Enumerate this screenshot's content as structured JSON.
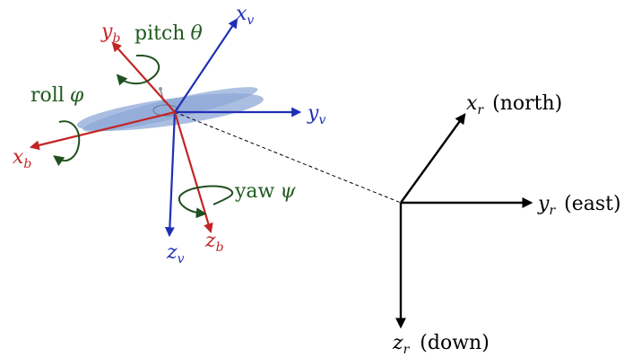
{
  "colors": {
    "vehicle": "#1f2fb5",
    "body": "#c42424",
    "reference": "#000000",
    "rotation": "#1f5a1f",
    "disc": "#9bb3dd"
  },
  "vehicle_axes": {
    "x": {
      "main": "x",
      "sub": "v"
    },
    "y": {
      "main": "y",
      "sub": "v"
    },
    "z": {
      "main": "z",
      "sub": "v"
    }
  },
  "body_axes": {
    "x": {
      "main": "x",
      "sub": "b"
    },
    "y": {
      "main": "y",
      "sub": "b"
    },
    "z": {
      "main": "z",
      "sub": "b"
    }
  },
  "reference_axes": {
    "x": {
      "main": "x",
      "sub": "r",
      "direction": "(north)"
    },
    "y": {
      "main": "y",
      "sub": "r",
      "direction": "(east)"
    },
    "z": {
      "main": "z",
      "sub": "r",
      "direction": "(down)"
    }
  },
  "rotations": {
    "roll": {
      "name": "roll",
      "symbol": "φ"
    },
    "pitch": {
      "name": "pitch",
      "symbol": "θ"
    },
    "yaw": {
      "name": "yaw",
      "symbol": "ψ"
    }
  }
}
